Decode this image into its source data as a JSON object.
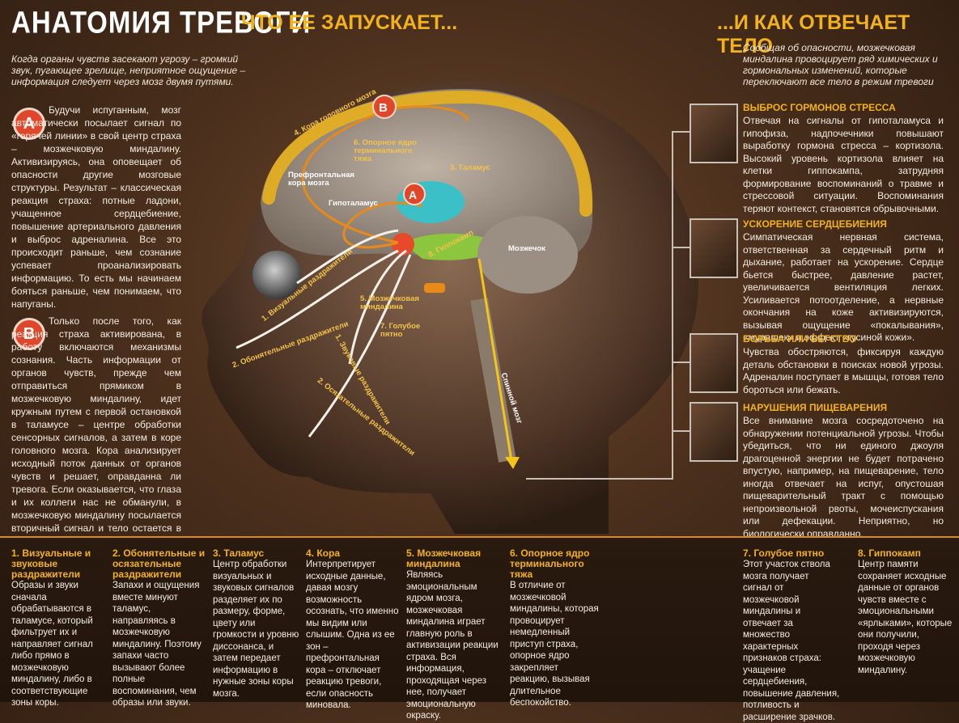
{
  "header": {
    "title": "АНАТОМИЯ ТРЕВОГИ",
    "cause_title": "ЧТО ЕЕ ЗАПУСКАЕТ...",
    "body_title": "...И КАК ОТВЕЧАЕТ ТЕЛО"
  },
  "intro_left": "Когда органы чувств засекают угрозу – громкий звук, пугающее зрелище, неприятное ощущение – информация следует через мозг двумя путями.",
  "intro_right": "Сообщая об опасности, мозжечковая миндалина провоцирует ряд химических и гормональных изменений, которые переключают все тело в режим тревоги",
  "path_a": {
    "badge": "A",
    "text": "Будучи испуганным, мозг автоматически посылает сигнал по «горячей линии» в свой центр страха – мозжечковую миндалину. Активизируясь, она оповещает об опасности другие мозговые структуры. Результат – классическая реакция страха: потные ладони, учащенное сердцебиение, повышение артериального давления и выброс адреналина. Все это происходит раньше, чем сознание успевает проанализировать информацию. То есть мы начинаем бояться раньше, чем понимаем, что напуганы."
  },
  "path_b": {
    "badge": "B",
    "text": "Только после того, как реакция страха активирована, в работу включаются механизмы сознания. Часть информации от органов чувств, прежде чем отправиться прямиком в мозжечковую миндалину, идет кружным путем с первой остановкой в таламусе – центре обработки сенсорных сигналов, а затем в коре головного мозга. Кора анализирует исходный поток данных от органов чувств и решает, оправданна ли тревога. Если оказывается, что глаза и их коллеги нас не обманули, в мозжечковую миндалину посылается вторичный сигнал и тело остается в «боевой готовности»."
  },
  "diagram_labels": {
    "cortex": "4. Кора головного мозга",
    "prefrontal": "Префронтальная кора мозга",
    "bnst": "6. Опорное ядро терминального тяжа",
    "thalamus": "3. Таламус",
    "hypothalamus": "Гипоталамус",
    "hippocampus": "8. Гиппокамп",
    "cerebellum": "Мозжечок",
    "amygdala": "5. Мозжечковая миндалина",
    "locus": "7. Голубое пятно",
    "visual": "1. Визуальные раздражители",
    "auditory": "1. Звуковые раздражители",
    "olfactory": "2. Обонятельные раздражители",
    "tactile": "2. Осязательные раздражители",
    "spine": "Спинной мозг",
    "badge_a": "A",
    "badge_b": "B"
  },
  "responses": [
    {
      "title": "ВЫБРОС ГОРМОНОВ СТРЕССА",
      "text": "Отвечая на сигналы от гипоталамуса и гипофиза, надпочечники повышают выработку гормона стресса – кортизола. Высокий уровень кортизола влияет на клетки гиппокампа, затрудняя формирование воспоминаний о травме и стрессовой ситуации. Воспоминания теряют контекст, становятся обрывочными."
    },
    {
      "title": "УСКОРЕНИЕ СЕРДЦЕБИЕНИЯ",
      "text": "Симпатическая нервная система, ответственная за сердечный ритм и дыхание, работает на ускорение. Сердце бьется быстрее, давление растет, увеличивается вентиляция легких. Усиливается потоотделение, а нервные окончания на коже активизируются, вызывая ощущение «покалывания», «мурашек» и эффект «гусиной кожи»."
    },
    {
      "title": "БОРЬБА ИЛИ БЕГСТВО",
      "text": "Чувства обостряются, фиксируя каждую деталь обстановки в поисках новой угрозы. Адреналин поступает в мышцы, готовя тело бороться или бежать."
    },
    {
      "title": "НАРУШЕНИЯ ПИЩЕВАРЕНИЯ",
      "text": "Все внимание мозга сосредоточено на обнаружении потенциальной угрозы. Чтобы убедиться, что ни единого джоуля драгоценной энергии не будет потрачено впустую, например, на пищеварение, тело иногда отвечает на испуг, опустошая пищеварительный тракт с помощью непроизвольной рвоты, мочеиспускания или дефекации. Неприятно, но биологически оправданно."
    }
  ],
  "glossary": [
    {
      "title": "1. Визуальные и звуковые раздражители",
      "text": "Образы и звуки сначала обрабатываются в таламусе, который фильтрует их и направляет сигнал либо прямо в мозжечковую миндалину, либо в соответствующие зоны коры."
    },
    {
      "title": "2. Обонятельные и осязательные раздражители",
      "text": "Запахи и ощущения вместе минуют таламус, направляясь в мозжечковую миндалину. Поэтому запахи часто вызывают более полные воспоминания, чем образы или звуки."
    },
    {
      "title": "3. Таламус",
      "text": "Центр обработки визуальных и звуковых сигналов разделяет их по размеру, форме, цвету или громкости и уровню диссонанса, и затем передает информацию в нужные зоны коры мозга."
    },
    {
      "title": "4. Кора",
      "text": "Интерпретирует исходные данные, давая мозгу возможность осознать, что именно мы видим или слышим. Одна из ее зон – префронтальная кора – отключает реакцию тревоги, если опасность миновала."
    },
    {
      "title": "5. Мозжечковая миндалина",
      "text": "Являясь эмоциональным ядром мозга, мозжечковая миндалина играет главную роль в активизации реакции страха. Вся информация, проходящая через нее, получает эмоциональную окраску."
    },
    {
      "title": "6. Опорное ядро терминального тяжа",
      "text": "В отличие от мозжечковой миндалины, которая провоцирует немедленный приступ страха, опорное ядро закрепляет реакцию, вызывая длительное беспокойство."
    },
    {
      "title": "7. Голубое пятно",
      "text": "Этот участок ствола мозга получает сигнал от мозжечковой миндалины и отвечает за множество характерных признаков страха: учащение сердцебиения, повышение давления, потливость и расширение зрачков."
    },
    {
      "title": "8. Гиппокамп",
      "text": "Центр памяти сохраняет исходные данные от органов чувств вместе с эмоциональными «ярлыками», которые они получили, проходя через мозжечковую миндалину."
    }
  ],
  "colors": {
    "accent": "#f3b21a",
    "badge": "#e0462a",
    "cortex": "#e8b01e",
    "thalamus": "#3cc0c8",
    "hippocampus": "#8cc63f"
  }
}
